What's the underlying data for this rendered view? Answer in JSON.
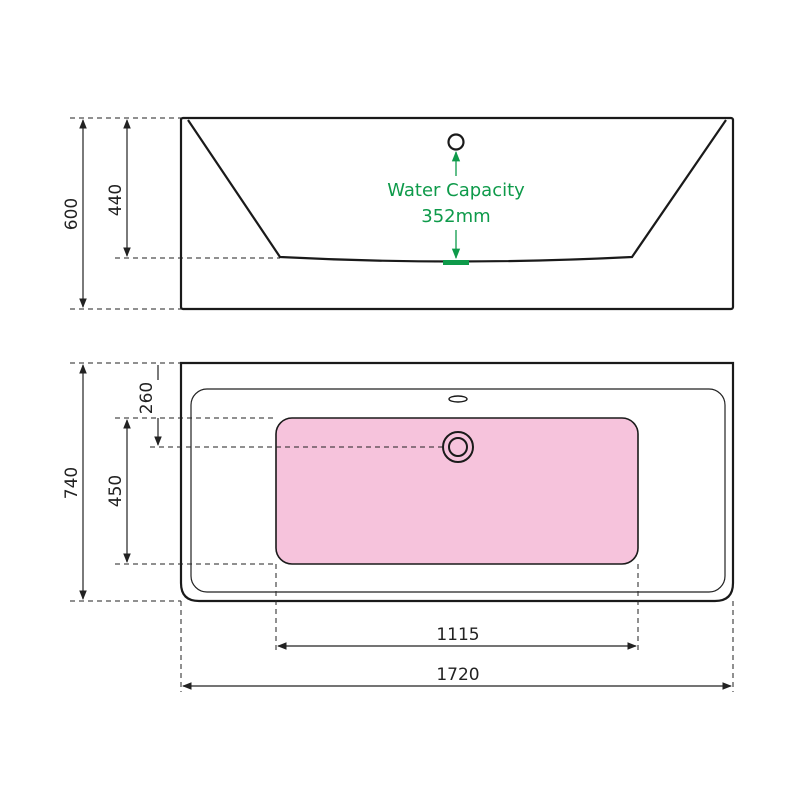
{
  "colors": {
    "outline": "#1a1a1a",
    "capacity_text": "#0e9a4a",
    "basin_fill": "#f6c3dc"
  },
  "side_view": {
    "height_total": "600",
    "height_inner": "440",
    "capacity_label": "Water Capacity",
    "capacity_value": "352mm"
  },
  "top_view": {
    "width_total": "740",
    "drain_offset": "260",
    "basin_depth": "450",
    "basin_length": "1115",
    "overall_length": "1720"
  }
}
